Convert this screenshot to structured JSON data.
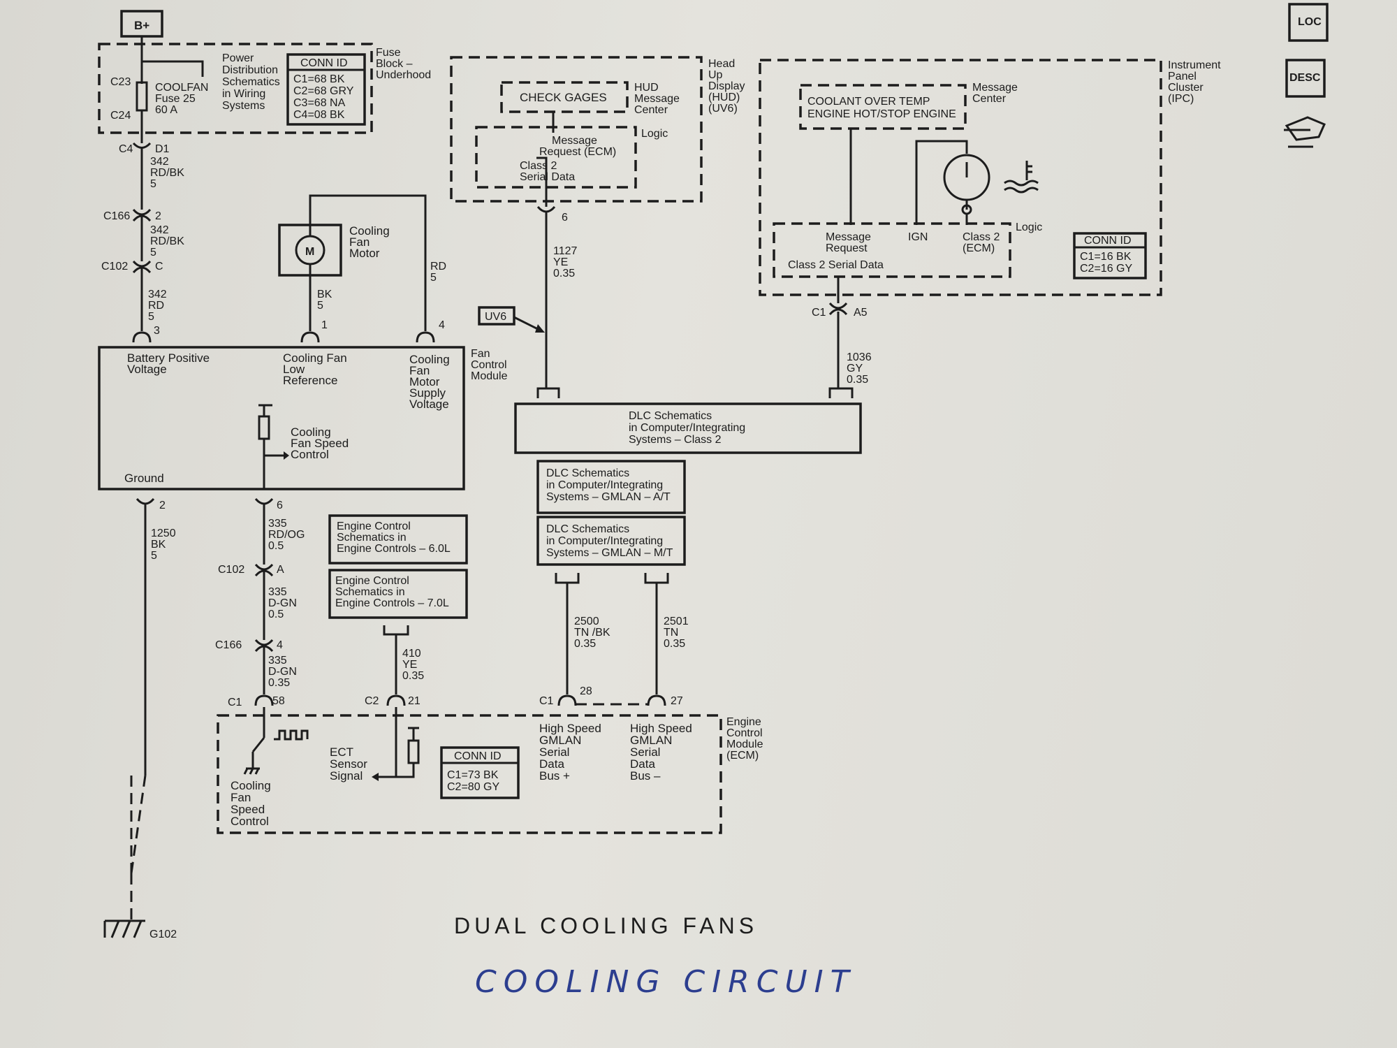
{
  "battery": "B+",
  "fuse_block": {
    "title": [
      "Fuse",
      "Block –",
      "Underhood"
    ],
    "fuse_label": [
      "COOLFAN",
      "Fuse 25",
      "60 A"
    ],
    "top_conn": "C23",
    "bottom_conn": "C24",
    "power_note": [
      "Power",
      "Distribution",
      "Schematics",
      "in Wiring",
      "Systems"
    ],
    "conn_id_title": "CONN ID",
    "conn_ids": [
      "C1=68 BK",
      "C2=68 GRY",
      "C3=68 NA",
      "C4=08 BK"
    ]
  },
  "side_icons": {
    "loc": "LOC",
    "desc": "DESC"
  },
  "wire_main": {
    "c4": "C4",
    "d1": "D1",
    "w1": [
      "342",
      "RD/BK",
      "5"
    ],
    "c166": "C166",
    "c166_pin": "2",
    "w2": [
      "342",
      "RD/BK",
      "5"
    ],
    "c102": "C102",
    "c102_pin": "C",
    "w3": [
      "342",
      "RD",
      "5"
    ],
    "fcm_pin": "3"
  },
  "fan_motor": {
    "label": [
      "Cooling",
      "Fan",
      "Motor"
    ],
    "symbol": "M",
    "left_wire": [
      "BK",
      "5"
    ],
    "left_pin": "1",
    "right_wire": [
      "RD",
      "5"
    ],
    "right_pin": "4"
  },
  "fcm": {
    "title": [
      "Fan",
      "Control",
      "Module"
    ],
    "battery": [
      "Battery Positive",
      "Voltage"
    ],
    "low_ref": [
      "Cooling Fan",
      "Low",
      "Reference"
    ],
    "supply": [
      "Cooling",
      "Fan",
      "Motor",
      "Supply",
      "Voltage"
    ],
    "speed": [
      "Cooling",
      "Fan Speed",
      "Control"
    ],
    "ground": "Ground",
    "ground_pin": "2",
    "speed_pin": "6"
  },
  "ground_wire": {
    "w": [
      "1250",
      "BK",
      "5"
    ],
    "ground": "G102"
  },
  "speed_wire": {
    "w1": [
      "335",
      "RD/OG",
      "0.5"
    ],
    "c102": "C102",
    "c102_pin": "A",
    "w2": [
      "335",
      "D-GN",
      "0.5"
    ],
    "c166": "C166",
    "c166_pin": "4",
    "w3": [
      "335",
      "D-GN",
      "0.35"
    ],
    "c1": "C1",
    "c1_pin": "58"
  },
  "engine_refs": [
    [
      "Engine Control",
      "Schematics in",
      "Engine Controls – 6.0L"
    ],
    [
      "Engine Control",
      "Schematics in",
      "Engine Controls – 7.0L"
    ]
  ],
  "ect_wire": {
    "w": [
      "410",
      "YE",
      "0.35"
    ],
    "c2": "C2",
    "c2_pin": "21"
  },
  "ecm": {
    "title": [
      "Engine",
      "Control",
      "Module",
      "(ECM)"
    ],
    "speed_ctrl": [
      "Cooling",
      "Fan",
      "Speed",
      "Control"
    ],
    "ect": [
      "ECT",
      "Sensor",
      "Signal"
    ],
    "conn_id_title": "CONN ID",
    "conn_ids": [
      "C1=73 BK",
      "C2=80 GY"
    ],
    "bus_plus": [
      "High Speed",
      "GMLAN",
      "Serial",
      "Data",
      "Bus +"
    ],
    "bus_minus": [
      "High Speed",
      "GMLAN",
      "Serial",
      "Data",
      "Bus –"
    ]
  },
  "gmlan": {
    "w_plus": [
      "2500",
      "TN /BK",
      "0.35"
    ],
    "w_minus": [
      "2501",
      "TN",
      "0.35"
    ],
    "c1": "C1",
    "pin_plus": "28",
    "pin_minus": "27"
  },
  "dlc_class2": [
    "DLC Schematics",
    "in Computer/Integrating",
    "Systems – Class 2"
  ],
  "dlc_at": [
    "DLC Schematics",
    "in Computer/Integrating",
    "Systems – GMLAN – A/T"
  ],
  "dlc_mt": [
    "DLC Schematics",
    "in Computer/Integrating",
    "Systems – GMLAN – M/T"
  ],
  "hud": {
    "title": [
      "Head",
      "Up",
      "Display",
      "(HUD)",
      "(UV6)"
    ],
    "message": "CHECK GAGES",
    "center": [
      "HUD",
      "Message",
      "Center"
    ],
    "logic": "Logic",
    "request": [
      "Message",
      "Request (ECM)"
    ],
    "serial": [
      "Class 2",
      "Serial Data"
    ],
    "pin": "6",
    "wire": [
      "1127",
      "YE",
      "0.35"
    ],
    "option": "UV6"
  },
  "ipc": {
    "title": [
      "Instrument",
      "Panel",
      "Cluster",
      "(IPC)"
    ],
    "message": [
      "COOLANT OVER TEMP",
      "ENGINE HOT/STOP ENGINE"
    ],
    "center": [
      "Message",
      "Center"
    ],
    "logic": "Logic",
    "request": [
      "Message",
      "Request"
    ],
    "ign": "IGN",
    "class2": [
      "Class 2",
      "(ECM)"
    ],
    "serial": "Class 2 Serial Data",
    "conn_id_title": "CONN ID",
    "conn_ids": [
      "C1=16 BK",
      "C2=16 GY"
    ],
    "c1": "C1",
    "pin": "A5",
    "wire": [
      "1036",
      "GY",
      "0.35"
    ]
  },
  "faint_note": "DUAL COOLING FANS",
  "handwritten": "COOLING   CIRCUIT"
}
